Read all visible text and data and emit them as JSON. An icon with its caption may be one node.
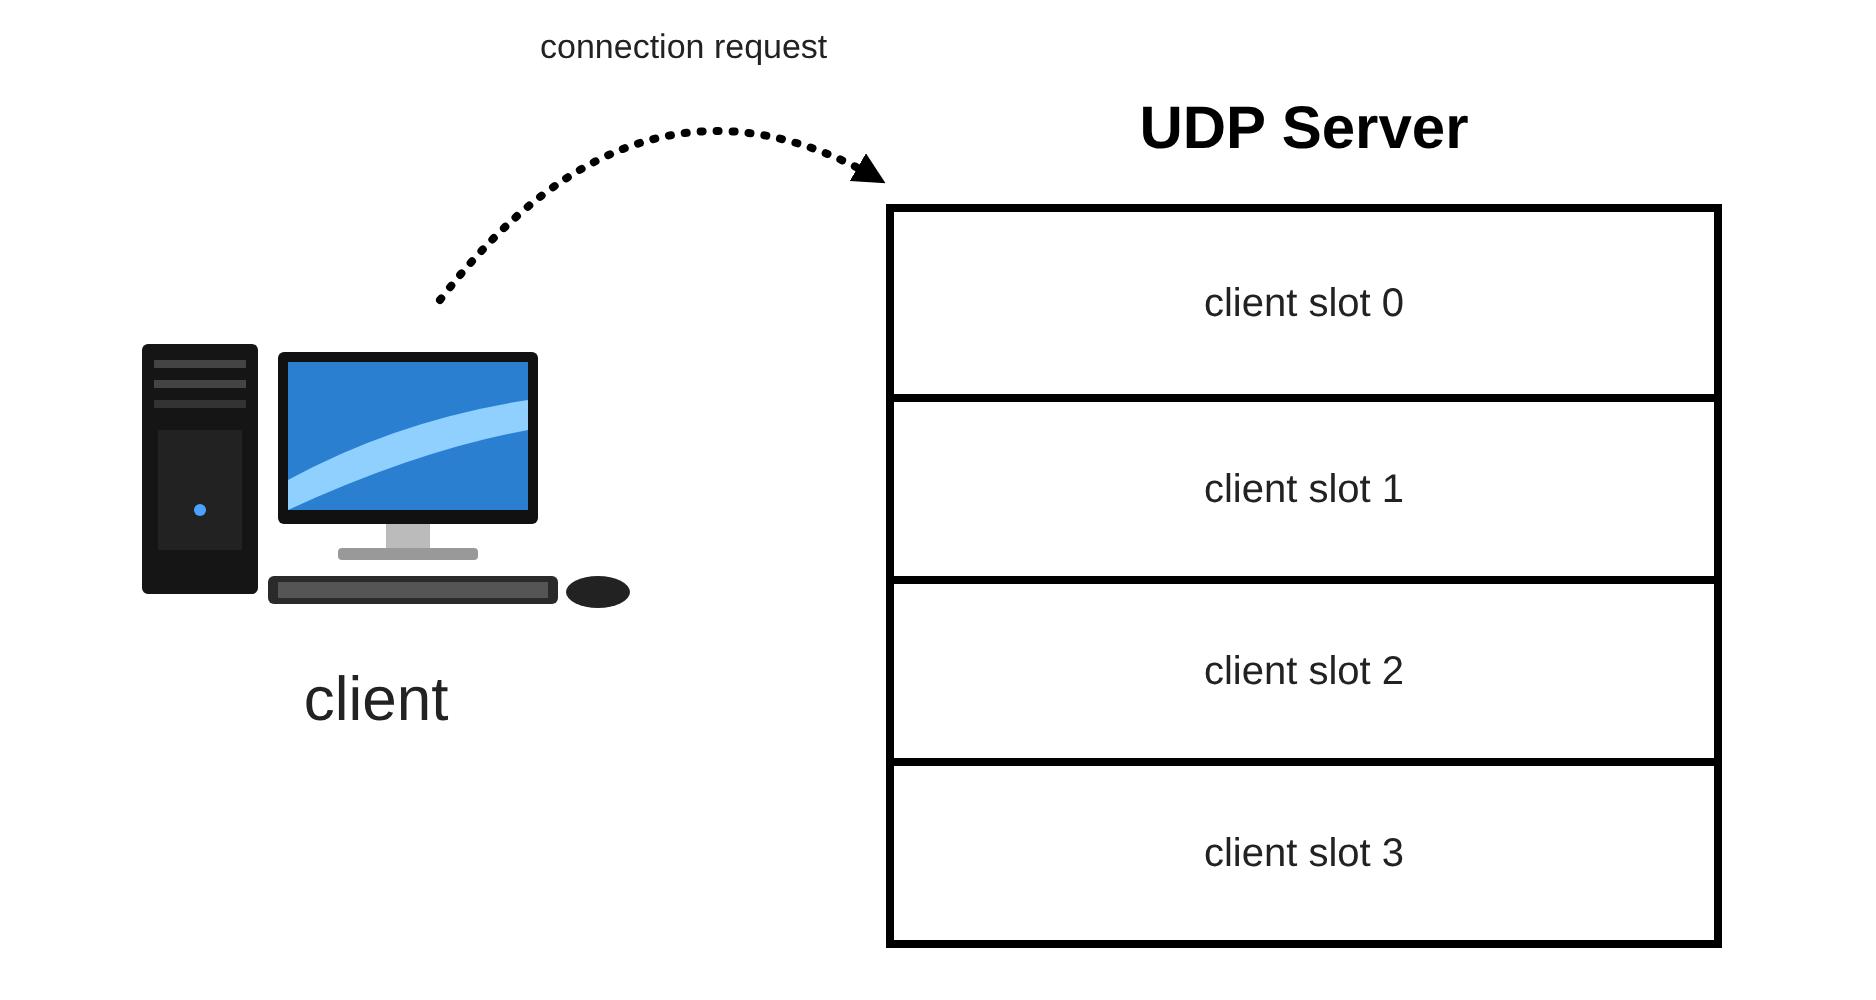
{
  "diagram": {
    "nodes": [
      {
        "text": [],
        "shape": "picture",
        "beside": [
          "client"
        ]
      },
      {
        "text": [
          "UDP Server"
        ]
      },
      {
        "text": [
          "client slot 0"
        ],
        "in": 1
      },
      {
        "text": [
          "client slot 1"
        ],
        "in": 1
      },
      {
        "text": [
          "client slot 2"
        ],
        "in": 1
      },
      {
        "text": [
          "client slot 3"
        ],
        "in": 1
      }
    ],
    "edges": [
      {
        "from": 0,
        "to": 1,
        "arrow": "to",
        "label": "connection request",
        "style": "dashed"
      }
    ]
  }
}
